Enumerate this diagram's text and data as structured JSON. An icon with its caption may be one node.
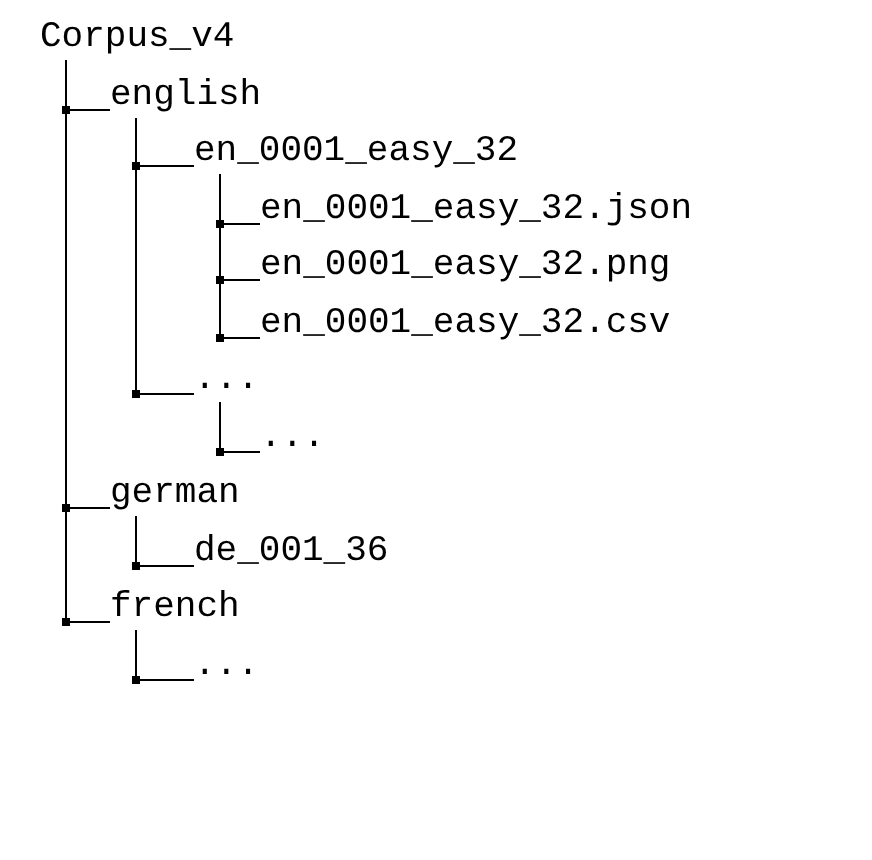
{
  "diagram": {
    "nodes": [
      {
        "text": [
          "Corpus_v4"
        ]
      },
      {
        "text": [
          "english"
        ]
      },
      {
        "text": [
          "en_0001_easy_32"
        ]
      },
      {
        "text": [
          "en_0001_easy_32.json"
        ]
      },
      {
        "text": [
          "en_0001_easy_32.png"
        ]
      },
      {
        "text": [
          "en_0001_easy_32.csv"
        ]
      },
      {
        "text": [
          "..."
        ]
      },
      {
        "text": [
          "..."
        ]
      },
      {
        "text": [
          "german"
        ]
      },
      {
        "text": [
          "de_001_36"
        ]
      },
      {
        "text": [
          "french"
        ]
      },
      {
        "text": [
          "..."
        ]
      }
    ],
    "edges": [
      {
        "from": 0,
        "to": 1,
        "arrow": "none"
      },
      {
        "from": 1,
        "to": 2,
        "arrow": "none"
      },
      {
        "from": 2,
        "to": 3,
        "arrow": "none"
      },
      {
        "from": 2,
        "to": 4,
        "arrow": "none"
      },
      {
        "from": 2,
        "to": 5,
        "arrow": "none"
      },
      {
        "from": 1,
        "to": 6,
        "arrow": "none"
      },
      {
        "from": 6,
        "to": 7,
        "arrow": "none"
      },
      {
        "from": 0,
        "to": 8,
        "arrow": "none"
      },
      {
        "from": 8,
        "to": 9,
        "arrow": "none"
      },
      {
        "from": 0,
        "to": 10,
        "arrow": "none"
      },
      {
        "from": 10,
        "to": 11,
        "arrow": "none"
      }
    ]
  }
}
